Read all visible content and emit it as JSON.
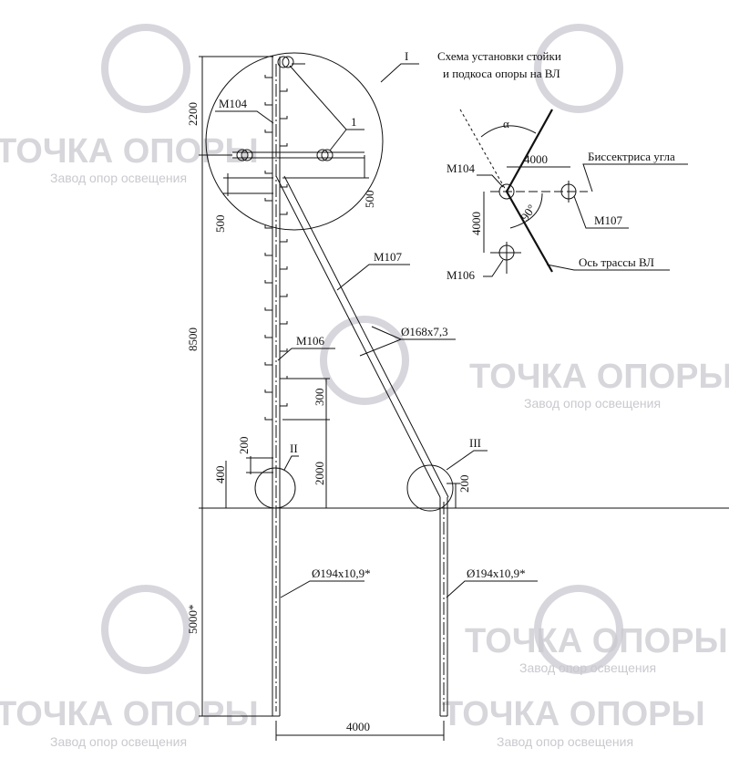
{
  "watermark": {
    "brand": "ТОЧКА ОПОРЫ",
    "tagline": "Завод опор освещения"
  },
  "main_view": {
    "dimensions": {
      "top_span": "2200",
      "middle_span": "8500",
      "embed_depth": "5000*",
      "crossarm_offset_right": "500",
      "crossarm_offset_left": "500",
      "step_spacing": "300",
      "lower_height": "2000",
      "node_ii_200": "200",
      "node_ii_400": "400",
      "node_iii_200": "200",
      "base_span": "4000"
    },
    "labels": {
      "pole_top": "М104",
      "pole_mid": "М106",
      "brace": "М107",
      "insulator_callout": "1",
      "detail_i": "I",
      "detail_ii": "II",
      "detail_iii": "III",
      "brace_pipe": "Ø168x7,3",
      "pole_pipe": "Ø194x10,9*",
      "brace_pile_pipe": "Ø194x10,9*"
    }
  },
  "scheme": {
    "title_line1": "Схема установки стойки",
    "title_line2": "и подкоса опоры на ВЛ",
    "angle": "α",
    "right_angle": "90°",
    "dim_horizontal": "4000",
    "dim_vertical": "4000",
    "m104": "М104",
    "m106": "М106",
    "m107": "М107",
    "bisector": "Биссектриса угла",
    "line_axis": "Ось трассы ВЛ"
  }
}
